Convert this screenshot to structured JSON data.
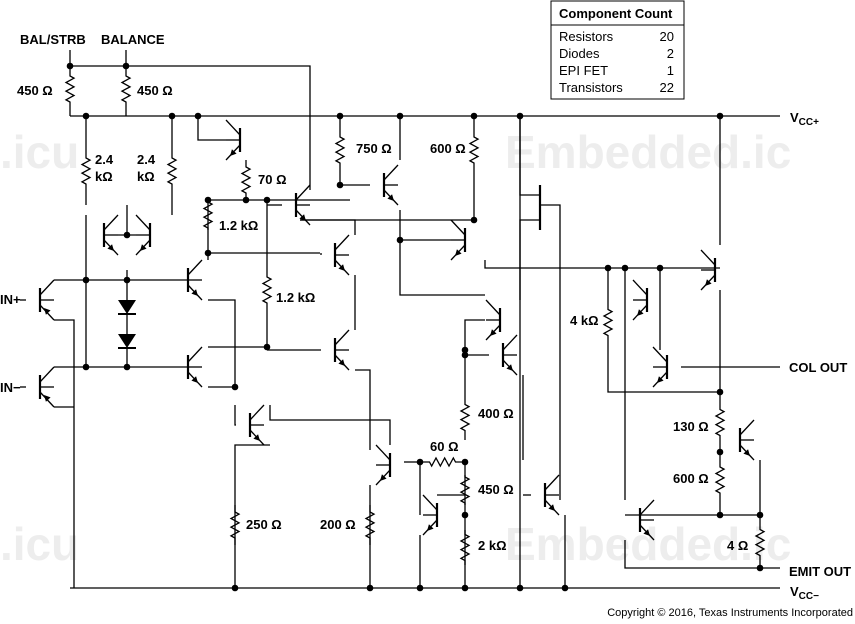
{
  "pins": {
    "bal_strb": "BAL/STRB",
    "balance": "BALANCE",
    "in_plus": "IN+",
    "in_minus": "IN−",
    "vcc_plus_main": "V",
    "vcc_plus_sub": "CC+",
    "vcc_minus_main": "V",
    "vcc_minus_sub": "CC−",
    "col_out": "COL OUT",
    "emit_out": "EMIT OUT"
  },
  "resistors": {
    "r450a": "450 Ω",
    "r450b": "450 Ω",
    "r24a_1": "2.4",
    "r24a_2": "kΩ",
    "r24b_1": "2.4",
    "r24b_2": "kΩ",
    "r70": "70 Ω",
    "r12a": "1.2 kΩ",
    "r12b": "1.2 kΩ",
    "r750": "750 Ω",
    "r600a": "600 Ω",
    "r4k": "4 kΩ",
    "r400": "400 Ω",
    "r60": "60 Ω",
    "r450c": "450 Ω",
    "r2k": "2 kΩ",
    "r250": "250 Ω",
    "r200": "200 Ω",
    "r130": "130 Ω",
    "r600b": "600 Ω",
    "r4": "4 Ω"
  },
  "component_count": {
    "title": "Component Count",
    "rows": [
      {
        "name": "Resistors",
        "count": "20"
      },
      {
        "name": "Diodes",
        "count": "2"
      },
      {
        "name": "EPI FET",
        "count": "1"
      },
      {
        "name": "Transistors",
        "count": "22"
      }
    ]
  },
  "watermark": {
    "text_a": ".icu",
    "text_b": "Embedded.ic",
    "text_c": ".icu",
    "text_d": "Embedded.ic"
  },
  "copyright": "Copyright © 2016, Texas Instruments Incorporated"
}
